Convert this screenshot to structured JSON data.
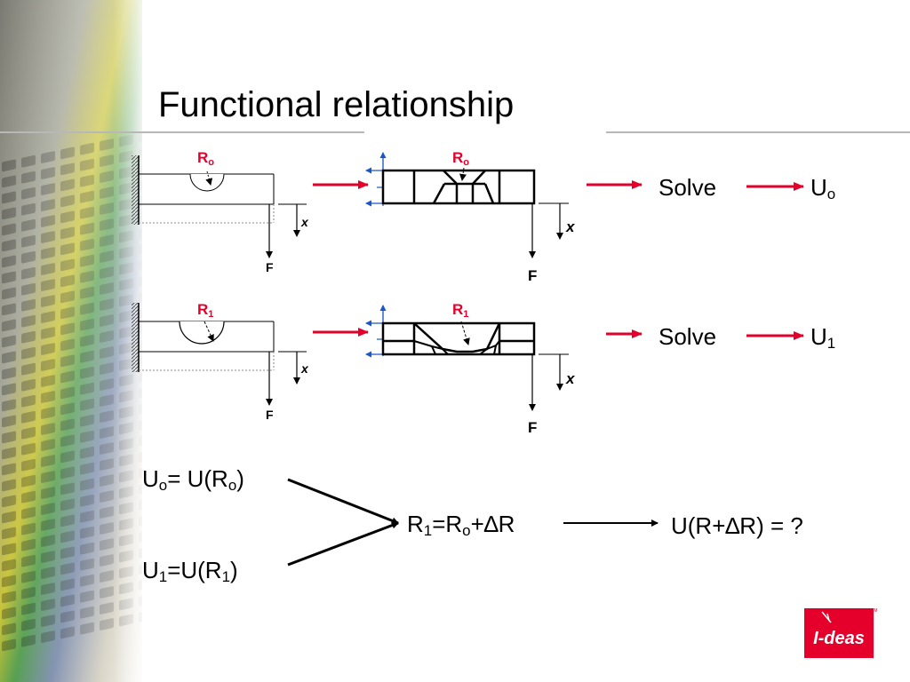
{
  "slide": {
    "title": "Functional relationship"
  },
  "diagram": {
    "row0": {
      "radius_label_base": "R",
      "radius_label_sub": "o",
      "solve": "Solve",
      "result_base": "U",
      "result_sub": "o"
    },
    "row1": {
      "radius_label_base": "R",
      "radius_label_sub": "1",
      "solve": "Solve",
      "result_base": "U",
      "result_sub": "1"
    },
    "force_label": "F",
    "disp_label": "x"
  },
  "equations": {
    "eq0": {
      "u": "U",
      "u_sub": "o",
      "mid": "= U(R",
      "r_sub": "o",
      "end": ")"
    },
    "eq1": {
      "u": "U",
      "u_sub": "1",
      "mid": "=U(R",
      "r_sub": "1",
      "end": ")"
    },
    "relation": {
      "r": "R",
      "r_sub": "1",
      "mid": "=R",
      "o_sub": "o",
      "end": "+∆R"
    },
    "question": "U(R+∆R) = ?"
  },
  "logo": {
    "text": "I-deas",
    "mark": "TM",
    "color": "#e4002b"
  },
  "colors": {
    "accent": "#e4002b",
    "dof": "#1a56c8"
  }
}
